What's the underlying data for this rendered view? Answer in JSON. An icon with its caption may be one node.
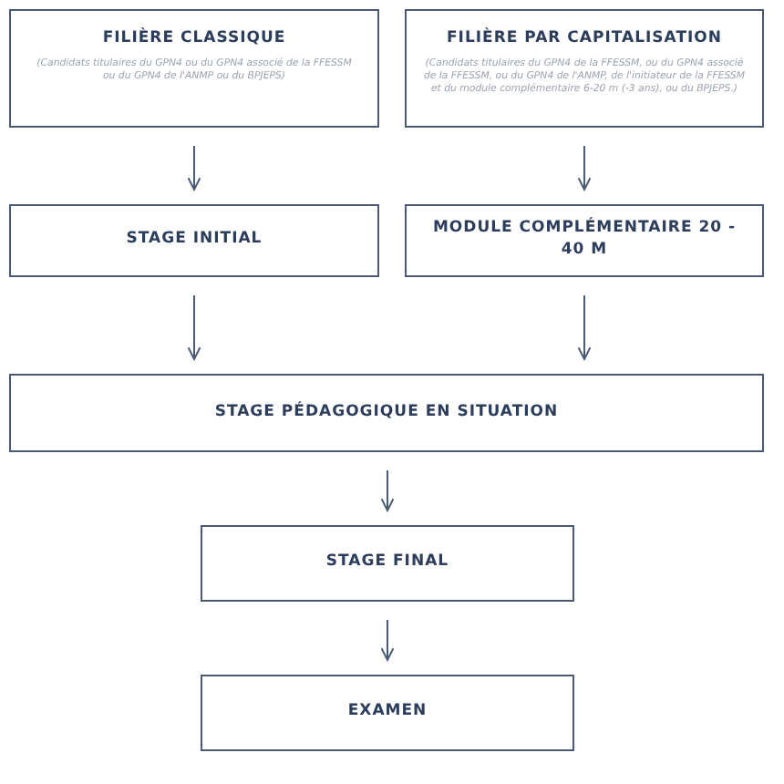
{
  "diagram": {
    "nodes": [
      {
        "text": [
          "FILIÈRE CLASSIQUE",
          "(Candidats titulaires du GPN4 ou du GPN4 associé de la FFESSM ou du GPN4 de l'ANMP ou du BPJEPS)"
        ]
      },
      {
        "text": [
          "FILIÈRE PAR CAPITALISATION",
          "(Candidats titulaires du GPN4 de la FFESSM, ou du GPN4 associé de la FFESSM, ou du GPN4 de l'ANMP, de l'initiateur de la FFESSM et du module complémentaire 6-20 m (-3 ans), ou du BPJEPS.)"
        ]
      },
      {
        "text": [
          "STAGE INITIAL"
        ]
      },
      {
        "text": [
          "MODULE COMPLÉMENTAIRE 20 - 40 M"
        ]
      },
      {
        "text": [
          "STAGE PÉDAGOGIQUE EN SITUATION"
        ]
      },
      {
        "text": [
          "STAGE FINAL"
        ]
      },
      {
        "text": [
          "EXAMEN"
        ]
      }
    ],
    "edges": [
      {
        "from": 0,
        "to": 2,
        "arrow": "to"
      },
      {
        "from": 1,
        "to": 3,
        "arrow": "to"
      },
      {
        "from": 2,
        "to": 4,
        "arrow": "to"
      },
      {
        "from": 3,
        "to": 4,
        "arrow": "to"
      },
      {
        "from": 4,
        "to": 5,
        "arrow": "to"
      },
      {
        "from": 5,
        "to": 6,
        "arrow": "to"
      }
    ]
  }
}
